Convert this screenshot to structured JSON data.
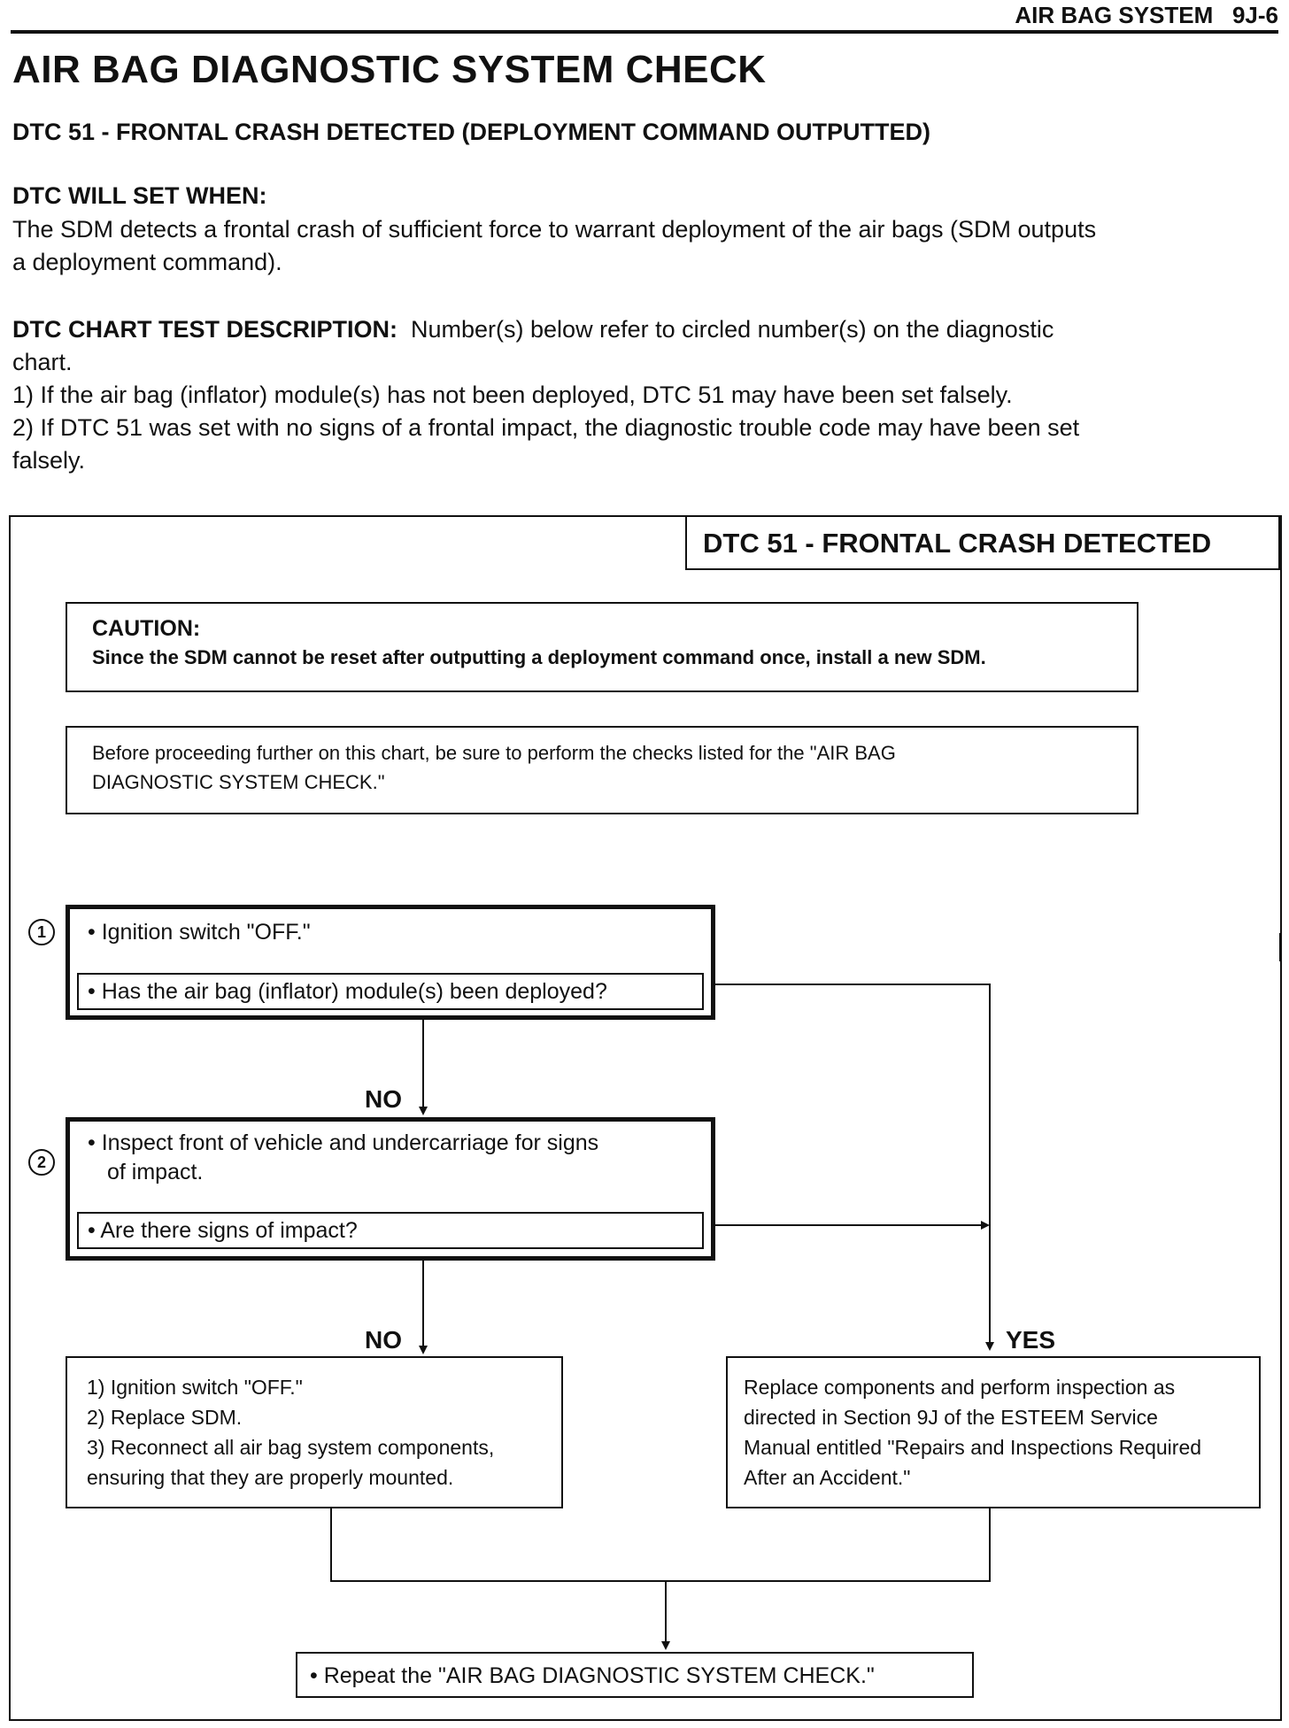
{
  "header": {
    "section": "AIR BAG SYSTEM   9J-6"
  },
  "title": "AIR BAG DIAGNOSTIC SYSTEM CHECK",
  "subtitle": "DTC 51 - FRONTAL CRASH DETECTED (DEPLOYMENT COMMAND OUTPUTTED)",
  "set_when": {
    "heading": "DTC WILL SET WHEN:",
    "lines": [
      "The SDM detects a frontal crash of sufficient force to warrant deployment of the air bags (SDM outputs",
      "a deployment command)."
    ]
  },
  "test_description": {
    "heading": "DTC CHART TEST DESCRIPTION:",
    "lines": [
      "Number(s) below refer to circled number(s) on the diagnostic",
      "chart.",
      "1)  If the air bag (inflator) module(s) has not been deployed, DTC 51 may have been set falsely.",
      "2)  If DTC 51 was set with no signs of a frontal impact, the diagnostic trouble code may have been set",
      "falsely."
    ]
  },
  "chart": {
    "title": "DTC 51 - FRONTAL CRASH DETECTED",
    "caution": {
      "heading": "CAUTION:",
      "text": "Since the SDM cannot be reset after outputting a deployment command once, install a new SDM."
    },
    "before": [
      "Before proceeding further on this chart, be sure to perform the checks listed for the \"AIR BAG",
      "DIAGNOSTIC SYSTEM CHECK.\""
    ],
    "step1": {
      "number": "1",
      "action": "•  Ignition switch \"OFF.\"",
      "question": "•  Has the air bag (inflator) module(s) been deployed?"
    },
    "step2": {
      "number": "2",
      "action": [
        "•  Inspect front of vehicle and undercarriage for signs",
        "of impact."
      ],
      "question": "•  Are there signs of impact?"
    },
    "labels": {
      "no1": "NO",
      "no2": "NO",
      "yes": "YES"
    },
    "result_no": [
      "1)  Ignition switch \"OFF.\"",
      "2)  Replace SDM.",
      "3)  Reconnect all air bag system components,",
      "ensuring that they are properly mounted."
    ],
    "result_yes": [
      "Replace components and perform inspection as",
      "directed in Section 9J of the ESTEEM Service",
      "Manual entitled \"Repairs and Inspections Required",
      "After an Accident.\""
    ],
    "final": "•  Repeat the \"AIR BAG DIAGNOSTIC SYSTEM CHECK.\""
  }
}
